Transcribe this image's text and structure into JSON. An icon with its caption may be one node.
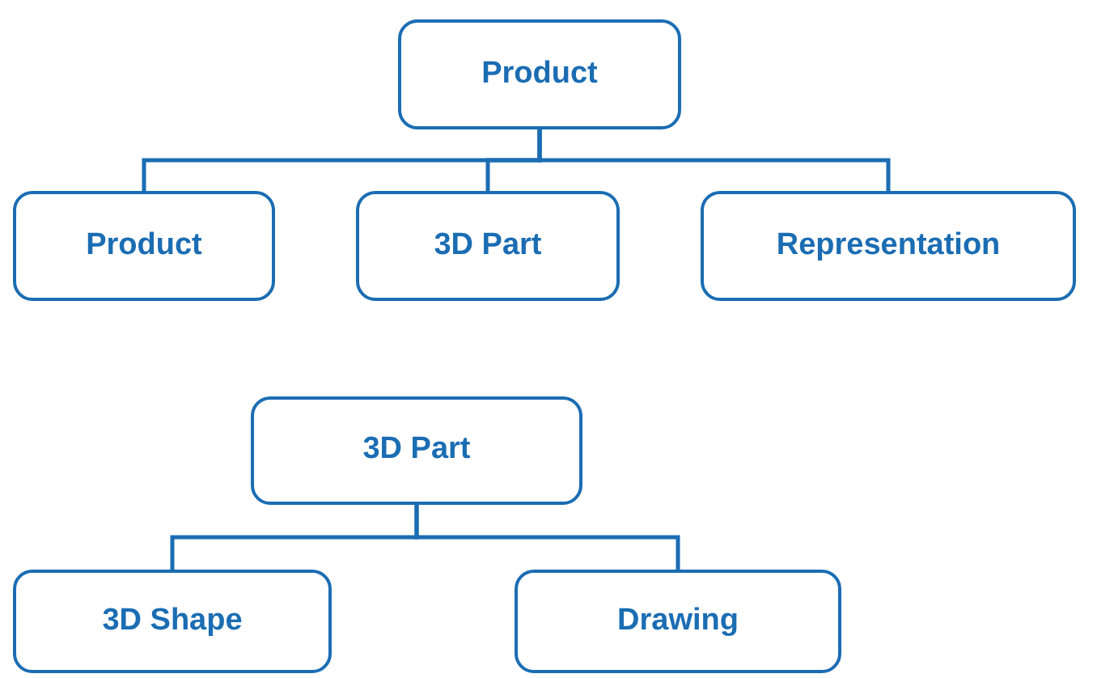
{
  "diagram": {
    "nodes": [
      {
        "text": [
          "Product"
        ]
      },
      {
        "text": [
          "Product"
        ]
      },
      {
        "text": [
          "3D Part"
        ]
      },
      {
        "text": [
          "Representation"
        ]
      },
      {
        "text": [
          "3D Part"
        ]
      },
      {
        "text": [
          "3D Shape"
        ]
      },
      {
        "text": [
          "Drawing"
        ]
      }
    ],
    "edges": [
      {
        "from": 0,
        "to": 1,
        "arrow": "none"
      },
      {
        "from": 0,
        "to": 2,
        "arrow": "none"
      },
      {
        "from": 0,
        "to": 3,
        "arrow": "none"
      },
      {
        "from": 4,
        "to": 5,
        "arrow": "none"
      },
      {
        "from": 4,
        "to": 6,
        "arrow": "none"
      }
    ]
  }
}
